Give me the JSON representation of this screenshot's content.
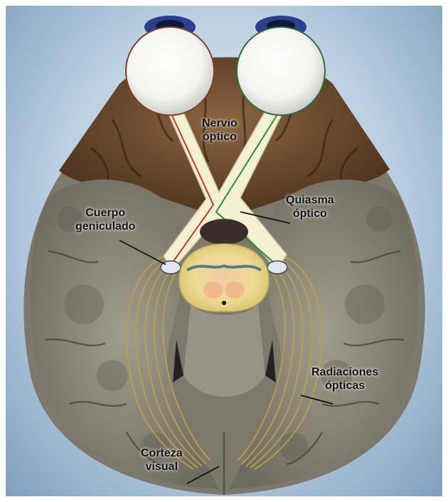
{
  "labels": {
    "nervio_optico": [
      "Nervio",
      "óptico"
    ],
    "quiasma_optico": [
      "Quiasma",
      "óptico"
    ],
    "cuerpo_geniculado": [
      "Cuerpo",
      "geniculado"
    ],
    "radiaciones_opticas": [
      "Radiaciones",
      "ópticas"
    ],
    "corteza_visual": [
      "Corteza",
      "visual"
    ]
  },
  "colors": {
    "background": "#c9dae9",
    "frontal_lobe": "#6b4a2e",
    "temporal_occipital_lobe": "#8f8a7c",
    "optic_pathway": "#f4f1d2",
    "left_visual_field_fiber": "#c0392b",
    "right_visual_field_fiber": "#2e8b3e",
    "eyeball": "#ffffff",
    "iris": "#2b3f8c",
    "midbrain": "#e9d98a",
    "radiation_fibers": "#b8a24a"
  }
}
